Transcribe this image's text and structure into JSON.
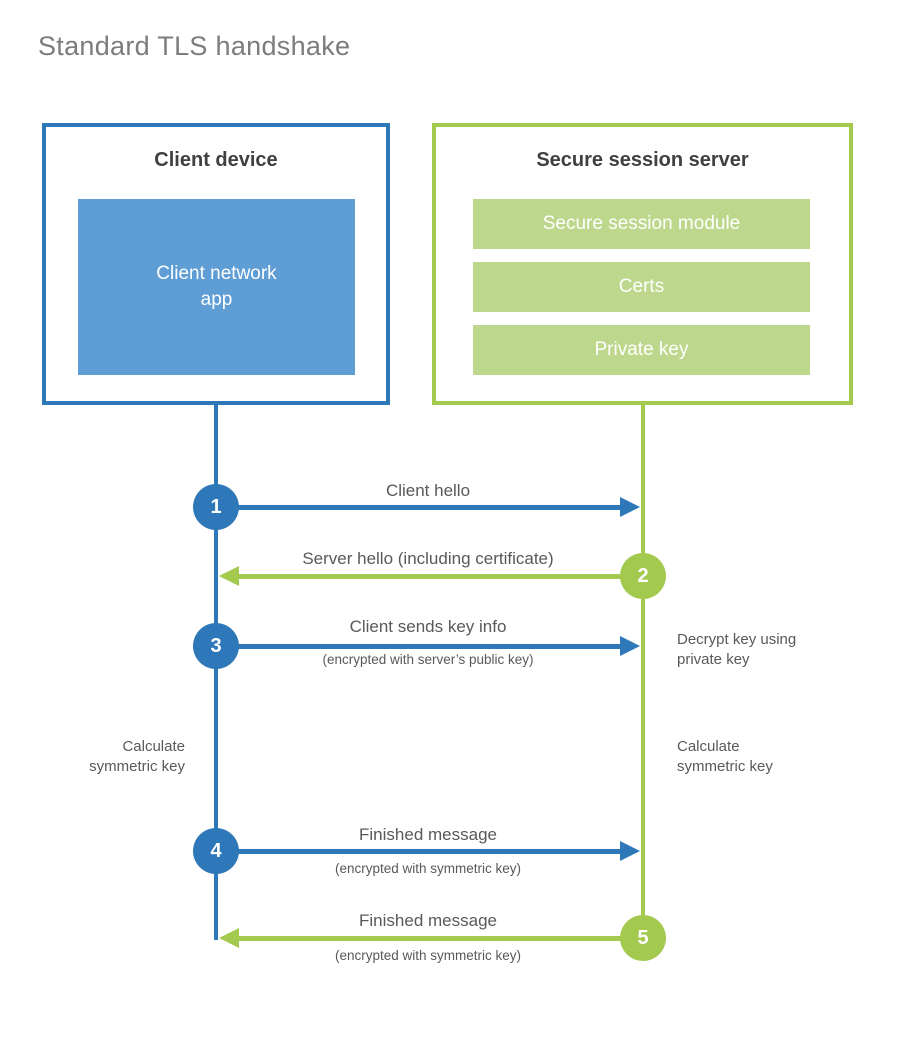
{
  "title": "Standard TLS handshake",
  "client": {
    "heading": "Client device",
    "app_label": "Client network app"
  },
  "server": {
    "heading": "Secure session server",
    "modules": [
      "Secure session module",
      "Certs",
      "Private key"
    ]
  },
  "steps": [
    {
      "num": "1",
      "label": "Client hello",
      "sub": "",
      "direction": "right",
      "actor": "client"
    },
    {
      "num": "2",
      "label": "Server hello (including certificate)",
      "sub": "",
      "direction": "left",
      "actor": "server"
    },
    {
      "num": "3",
      "label": "Client sends key info",
      "sub": "(encrypted with server’s public key)",
      "direction": "right",
      "actor": "client"
    },
    {
      "num": "4",
      "label": "Finished message",
      "sub": "(encrypted with symmetric key)",
      "direction": "right",
      "actor": "client"
    },
    {
      "num": "5",
      "label": "Finished message",
      "sub": "(encrypted with symmetric key)",
      "direction": "left",
      "actor": "server"
    }
  ],
  "annotations": {
    "decrypt_key": "Decrypt key using\nprivate key",
    "calc_left": "Calculate\nsymmetric key",
    "calc_right": "Calculate\nsymmetric key"
  },
  "colors": {
    "client_stroke": "#2e77b8",
    "client_fill": "#5f9dd5",
    "server_stroke": "#a3c94f",
    "server_fill": "#bdd88c",
    "heading_text": "#404040",
    "label_text": "#58595b",
    "title_text": "#7b7c7f"
  }
}
